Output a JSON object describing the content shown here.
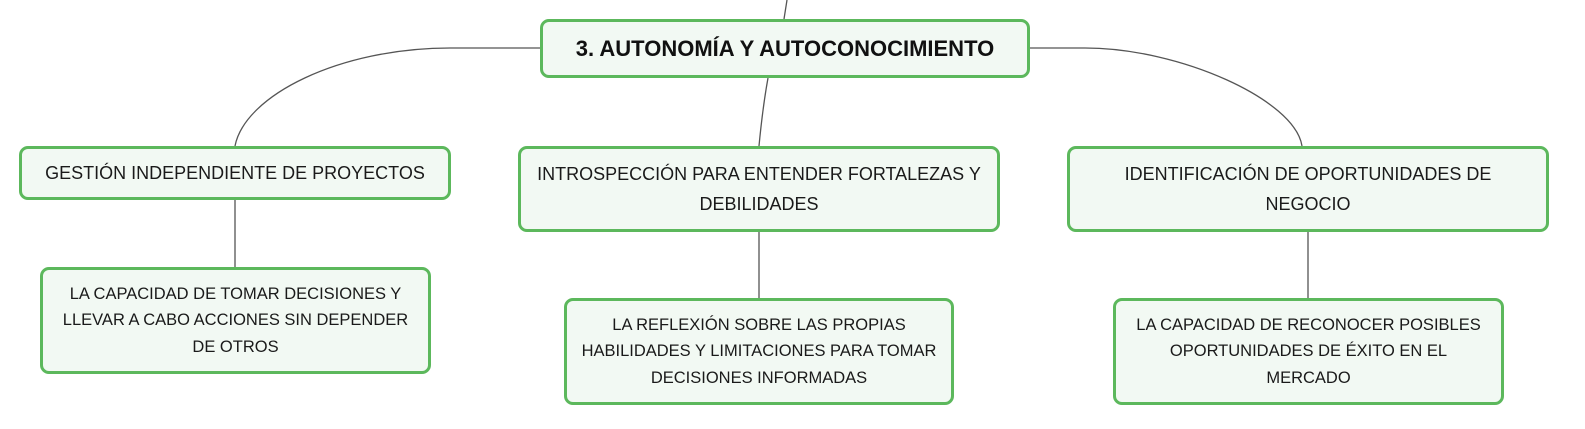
{
  "diagram": {
    "root": {
      "label": "3. AUTONOMÍA Y AUTOCONOCIMIENTO"
    },
    "branches": [
      {
        "title": "GESTIÓN INDEPENDIENTE DE PROYECTOS",
        "detail": "LA CAPACIDAD DE TOMAR DECISIONES Y LLEVAR A CABO ACCIONES SIN DEPENDER DE OTROS"
      },
      {
        "title": "INTROSPECCIÓN PARA ENTENDER FORTALEZAS Y DEBILIDADES",
        "detail": "LA REFLEXIÓN SOBRE LAS PROPIAS HABILIDADES Y LIMITACIONES PARA TOMAR DECISIONES INFORMADAS"
      },
      {
        "title": "IDENTIFICACIÓN DE OPORTUNIDADES DE NEGOCIO",
        "detail": "LA CAPACIDAD DE RECONOCER POSIBLES OPORTUNIDADES DE ÉXITO EN EL MERCADO"
      }
    ]
  },
  "colors": {
    "node_border": "#5cb85c",
    "node_fill": "#f2f9f3",
    "connector": "#555555"
  }
}
